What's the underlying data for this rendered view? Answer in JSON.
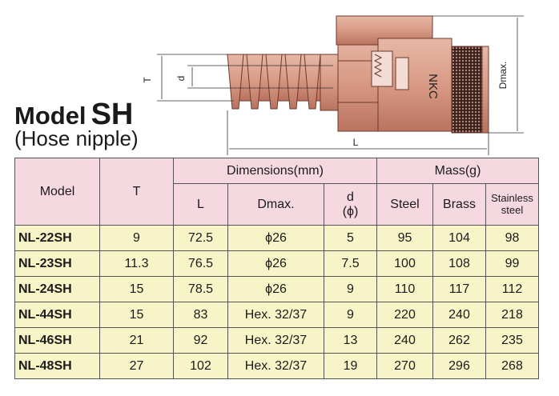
{
  "title": {
    "model_word": "Model",
    "model_code": "SH",
    "subtitle": "(Hose nipple)"
  },
  "drawing": {
    "label_T": "T",
    "label_d": "d",
    "label_L": "L",
    "label_Dmax": "Dmax.",
    "label_brand": "NKC",
    "colors": {
      "body": "#d89a86",
      "body_dark": "#a8624f",
      "outline": "#6b3a2c",
      "dim_line": "#333333"
    }
  },
  "table": {
    "headers": {
      "model": "Model",
      "t": "T",
      "dimensions": "Dimensions(mm)",
      "mass": "Mass(g)",
      "l": "L",
      "dmax": "Dmax.",
      "d": "d",
      "d_unit": "(ϕ)",
      "steel": "Steel",
      "brass": "Brass",
      "stainless_1": "Stainless",
      "stainless_2": "steel"
    },
    "rows": [
      {
        "model": "NL-22SH",
        "t": "9",
        "l": "72.5",
        "dmax": "ϕ26",
        "d": "5",
        "steel": "95",
        "brass": "104",
        "stainless": "98"
      },
      {
        "model": "NL-23SH",
        "t": "11.3",
        "l": "76.5",
        "dmax": "ϕ26",
        "d": "7.5",
        "steel": "100",
        "brass": "108",
        "stainless": "99"
      },
      {
        "model": "NL-24SH",
        "t": "15",
        "l": "78.5",
        "dmax": "ϕ26",
        "d": "9",
        "steel": "110",
        "brass": "117",
        "stainless": "112"
      },
      {
        "model": "NL-44SH",
        "t": "15",
        "l": "83",
        "dmax": "Hex. 32/37",
        "d": "9",
        "steel": "220",
        "brass": "240",
        "stainless": "218"
      },
      {
        "model": "NL-46SH",
        "t": "21",
        "l": "92",
        "dmax": "Hex. 32/37",
        "d": "13",
        "steel": "240",
        "brass": "262",
        "stainless": "235"
      },
      {
        "model": "NL-48SH",
        "t": "27",
        "l": "102",
        "dmax": "Hex. 32/37",
        "d": "19",
        "steel": "270",
        "brass": "296",
        "stainless": "268"
      }
    ],
    "colors": {
      "header_bg": "#f6d8e0",
      "body_bg": "#f7f5c8",
      "border": "#555555"
    }
  }
}
